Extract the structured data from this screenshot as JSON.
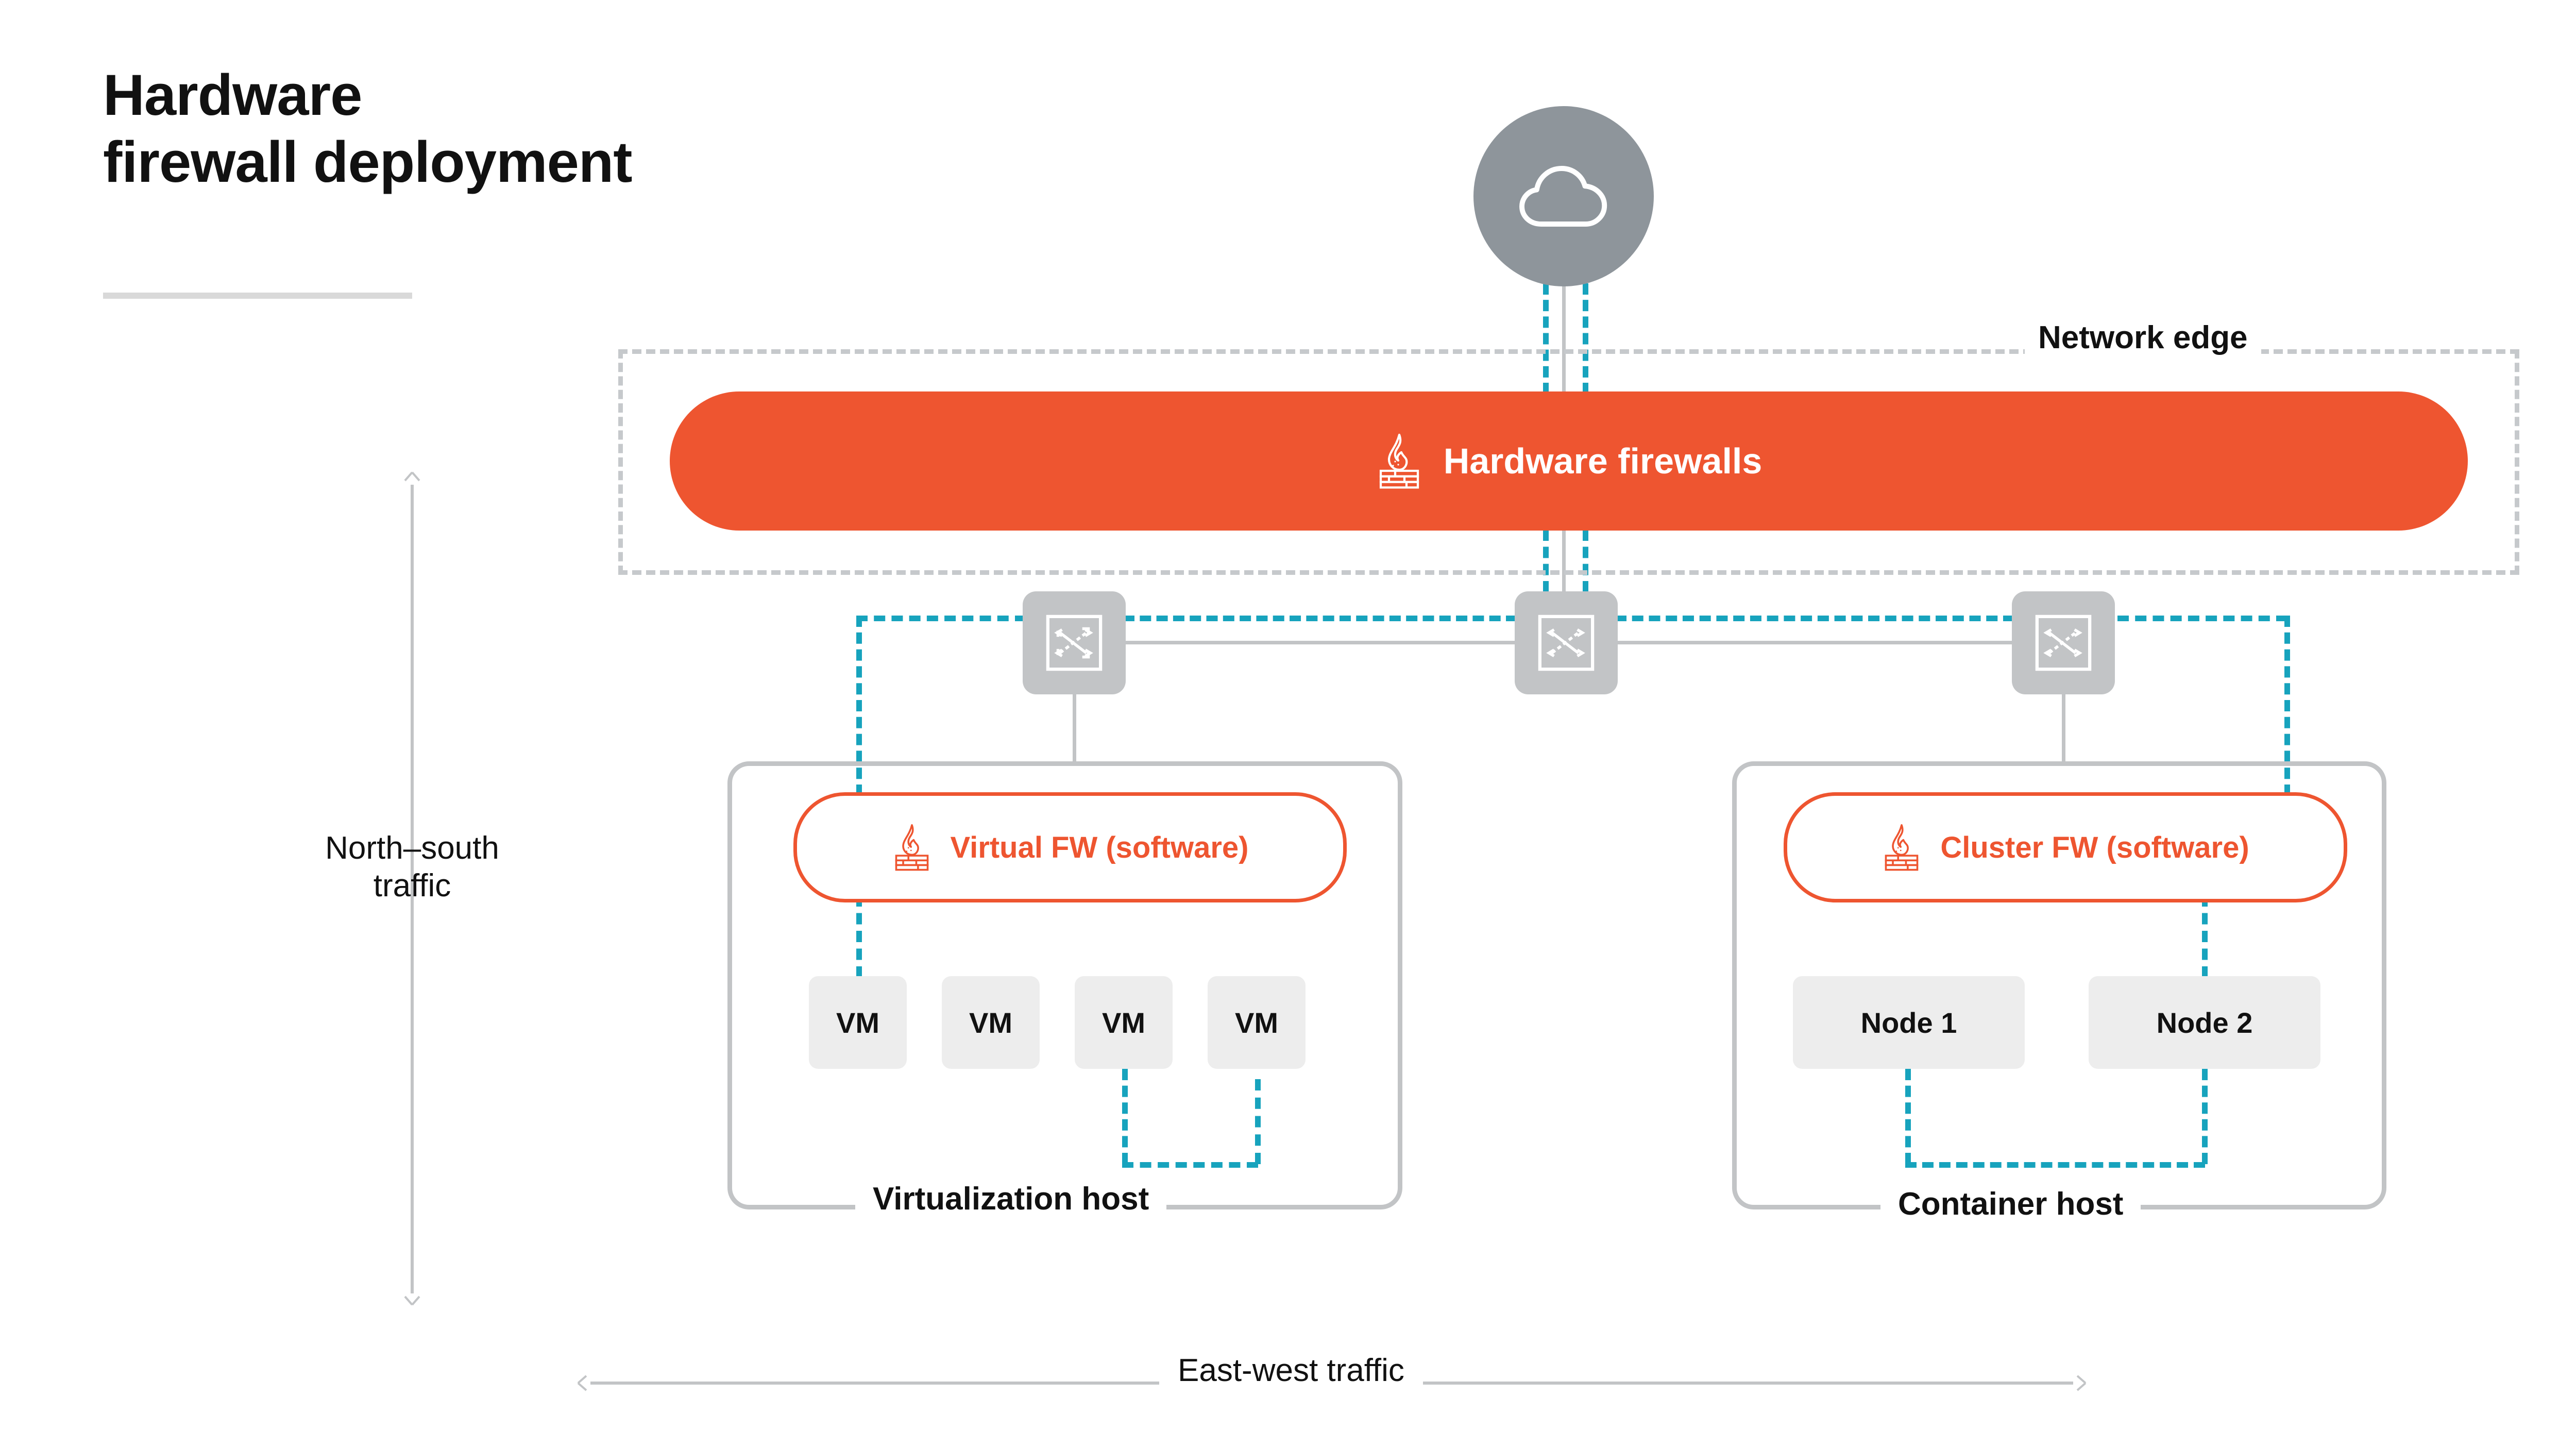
{
  "title": {
    "line1": "Hardware",
    "line2": "firewall deployment"
  },
  "colors": {
    "orange": "#EE5530",
    "teal": "#17A3BD",
    "grey": "#C2C4C6",
    "grey_dark": "#8E959B",
    "box_fill": "#EDEDED",
    "rule": "#D9D9D9"
  },
  "cloud": {
    "icon": "cloud-icon"
  },
  "network_edge": {
    "label": "Network edge"
  },
  "hardware_firewalls": {
    "label": "Hardware firewalls",
    "icon": "firewall-icon"
  },
  "switches": [
    {
      "name": "switch-left",
      "icon": "network-switch-icon"
    },
    {
      "name": "switch-middle",
      "icon": "network-switch-icon"
    },
    {
      "name": "switch-right",
      "icon": "network-switch-icon"
    }
  ],
  "hosts": [
    {
      "id": "virtualization-host",
      "label": "Virtualization host",
      "firewall": {
        "label": "Virtual FW (software)",
        "icon": "firewall-icon"
      },
      "nodes": [
        {
          "label": "VM"
        },
        {
          "label": "VM"
        },
        {
          "label": "VM"
        },
        {
          "label": "VM"
        }
      ]
    },
    {
      "id": "container-host",
      "label": "Container host",
      "firewall": {
        "label": "Cluster FW (software)",
        "icon": "firewall-icon"
      },
      "nodes": [
        {
          "label": "Node 1"
        },
        {
          "label": "Node 2"
        }
      ]
    }
  ],
  "traffic_axes": {
    "vertical": {
      "label": "North–south\ntraffic",
      "line1": "North–south",
      "line2": "traffic"
    },
    "horizontal": {
      "label": "East-west traffic"
    }
  }
}
